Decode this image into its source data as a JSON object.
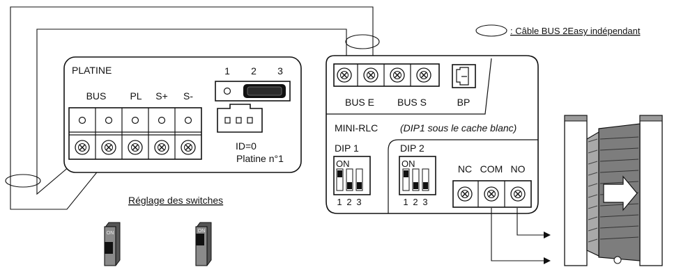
{
  "legend": {
    "text": ": Câble BUS 2Easy indépendant"
  },
  "platine": {
    "title": "PLATINE",
    "terminals": [
      "BUS",
      "PL",
      "S+",
      "S-"
    ],
    "jumper_numbers": [
      "1",
      "2",
      "3"
    ],
    "id_line": "ID=0",
    "name_line": "Platine n°1"
  },
  "reglage": {
    "title": "Réglage des switches",
    "switch_label": "ON"
  },
  "rlc": {
    "bus_e": "BUS E",
    "bus_s": "BUS S",
    "bp": "BP",
    "title": "MINI-RLC",
    "note": "(DIP1 sous le cache blanc)",
    "dip1": {
      "label": "DIP 1",
      "on": "ON",
      "numbers": [
        "1",
        "2",
        "3"
      ]
    },
    "dip2": {
      "label": "DIP 2",
      "on": "ON",
      "numbers": [
        "1",
        "2",
        "3"
      ]
    },
    "relay": [
      "NC",
      "COM",
      "NO"
    ]
  },
  "colors": {
    "line": "#111111",
    "switch_body": "#8a8a8a",
    "gate": "#7d7d7d",
    "gate_light": "#a9a9a9"
  }
}
